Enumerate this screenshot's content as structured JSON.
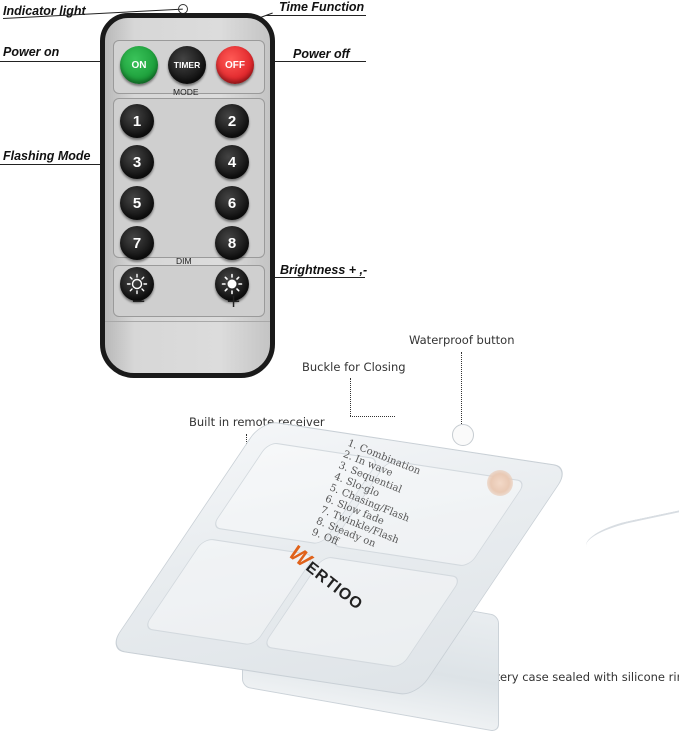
{
  "callouts": {
    "indicator_light": "Indicator light",
    "time_function": "Time Function",
    "power_on": "Power on",
    "power_off": "Power off",
    "flashing_mode": "Flashing Mode",
    "brightness": "Brightness + ,-"
  },
  "remote": {
    "on_label": "ON",
    "timer_label": "TIMER",
    "off_label": "OFF",
    "mode_label": "MODE",
    "dim_label": "DIM",
    "minus_label": "−",
    "plus_label": "+",
    "numbers": [
      "1",
      "2",
      "3",
      "4",
      "5",
      "6",
      "7",
      "8"
    ],
    "colors": {
      "on": "#1c9e3a",
      "off": "#e0262b",
      "timer": "#111111"
    }
  },
  "case_notes": {
    "waterproof_button": "Waterproof button",
    "buckle": "Buckle for Closing",
    "receiver": "Built in remote receiver",
    "sealed": "Battery case sealed with silicone ring"
  },
  "case": {
    "brand_initial": "W",
    "brand_rest": "ERTIOO",
    "modes": [
      "1. Combination",
      "2. In wave",
      "3. Sequential",
      "4. Slo-glo",
      "5. Chasing/Flash",
      "6. Slow fade",
      "7. Twinkle/Flash",
      "8. Steady on",
      "9. Off"
    ]
  }
}
